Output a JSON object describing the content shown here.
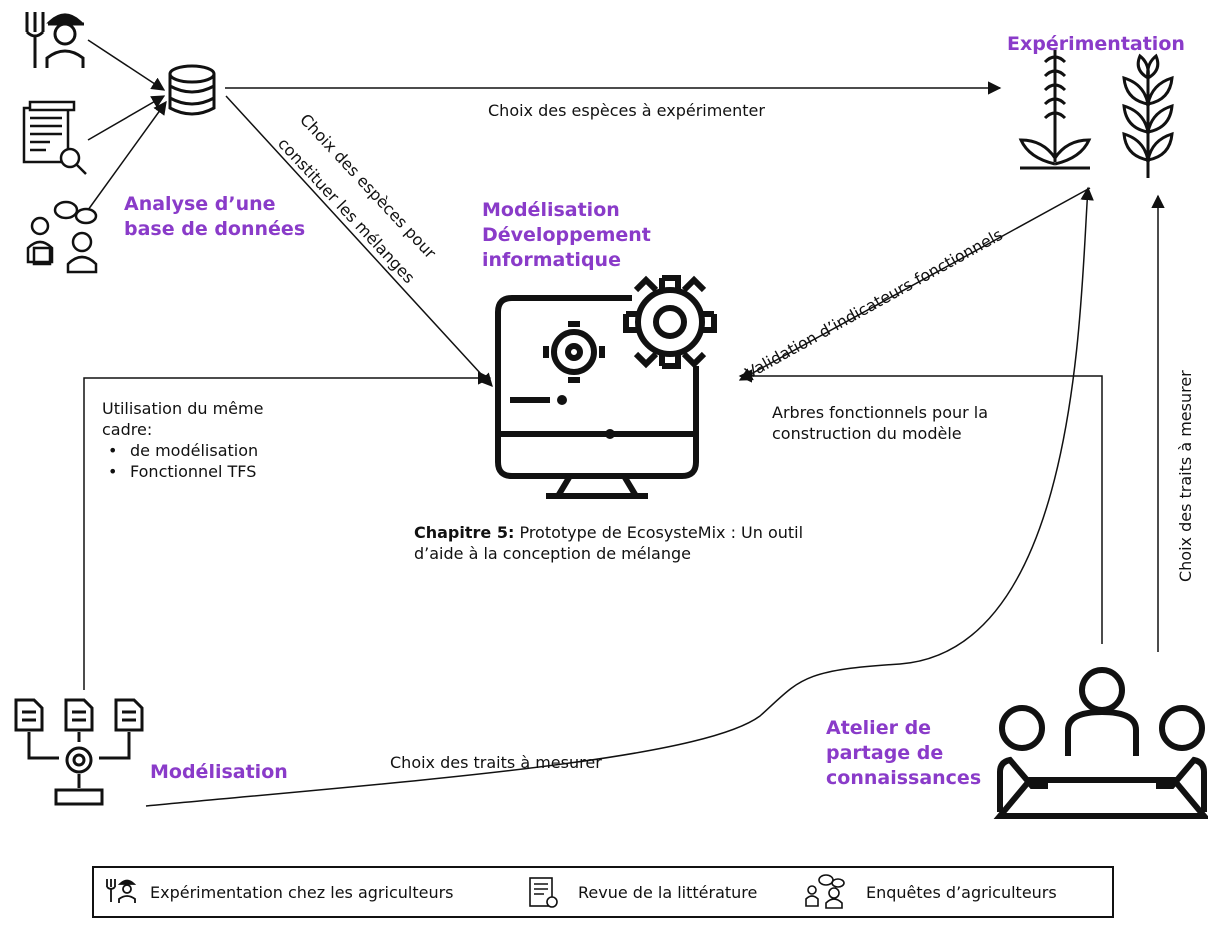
{
  "nodes": {
    "analyse": [
      "Analyse d’une",
      "base de données"
    ],
    "experimentation": "Expérimentation",
    "modelisation_dev": [
      "Modélisation",
      "Développement",
      "informatique"
    ],
    "modelisation": "Modélisation",
    "atelier": [
      "Atelier de",
      "partage de",
      "connaissances"
    ]
  },
  "edges": {
    "choix_experimenter": "Choix des espèces à expérimenter",
    "choix_melanges_1": "Choix des espèces pour",
    "choix_melanges_2": "constituer les mélanges",
    "validation": "Validation d’indicateurs fonctionnels",
    "arbres_1": "Arbres fonctionnels pour la",
    "arbres_2": "construction du modèle",
    "choix_traits_vertical": "Choix des traits à mesurer",
    "choix_traits_bottom": "Choix des traits à mesurer"
  },
  "utilisation": {
    "line1": "Utilisation du même",
    "line2": "cadre:",
    "bullets": [
      "de modélisation",
      "Fonctionnel TFS"
    ]
  },
  "chapter": {
    "bold": "Chapitre 5:",
    "text1": " Prototype de EcosysteMix : Un outil",
    "text2": "d’aide à la conception de mélange"
  },
  "legend": {
    "farmers_exp": "Expérimentation chez les agriculteurs",
    "literature": "Revue de la littérature",
    "surveys": "Enquêtes d’agriculteurs"
  },
  "icons": [
    "farmer-fork-icon",
    "literature-review-icon",
    "farmer-survey-icon",
    "database-icon",
    "wheat-plant-icon",
    "wheat-ear-icon",
    "computer-gears-icon",
    "documents-workflow-icon",
    "meeting-table-icon"
  ],
  "colors": {
    "accent": "#8a3bc9",
    "line": "#111111"
  }
}
